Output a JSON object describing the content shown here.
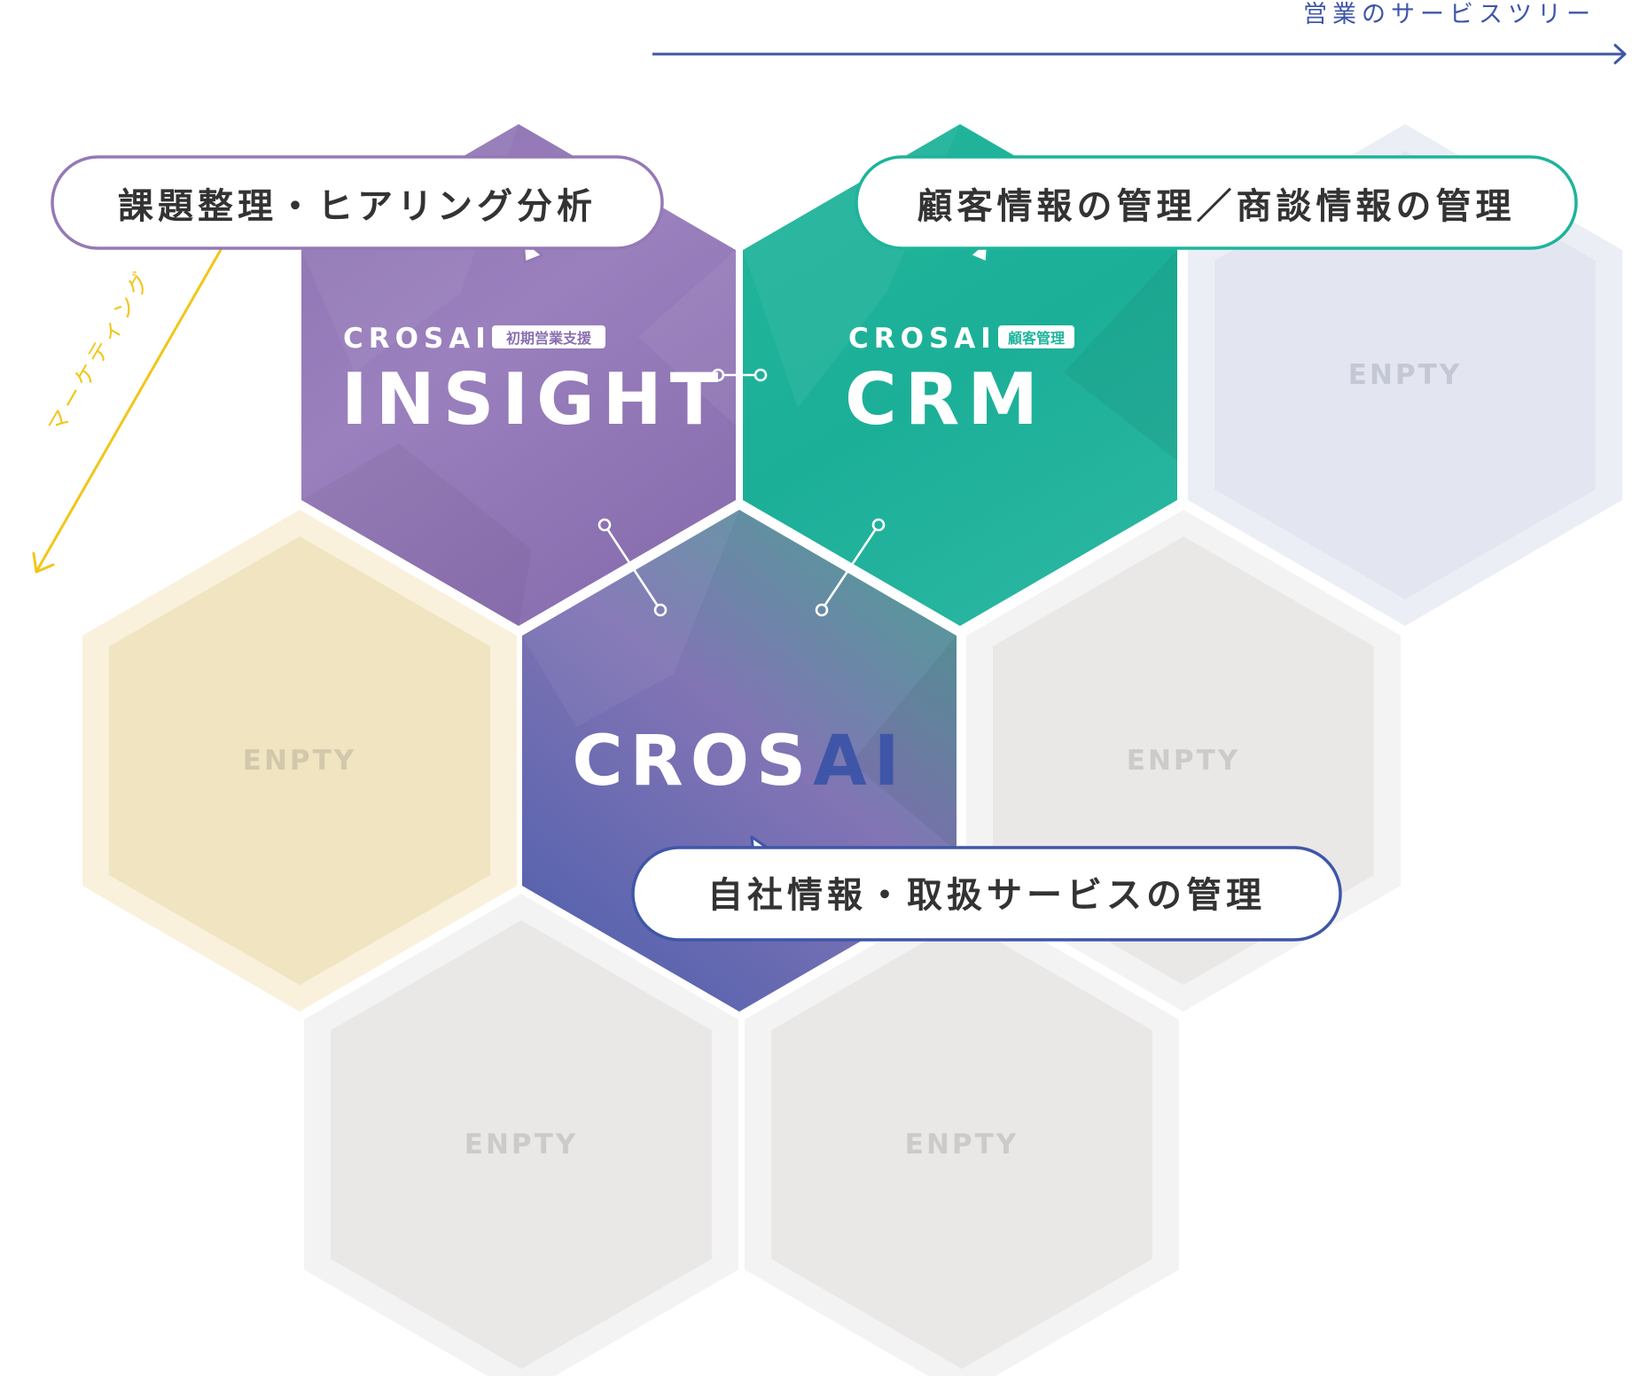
{
  "axes": {
    "service_tree_label": "営業のサービスツリー",
    "marketing_label": "マーケティング"
  },
  "hexagons": {
    "insight": {
      "brand": "CROSAI",
      "badge": "初期営業支援",
      "title": "INSIGHT"
    },
    "crm": {
      "brand": "CROSAI",
      "badge": "顧客管理",
      "title": "CRM"
    },
    "crosai_center": {
      "title_part1": "CROS",
      "title_part2": "AI"
    },
    "empty_label": "ENPTY"
  },
  "callouts": {
    "insight": "課題整理・ヒアリング分析",
    "crm": "顧客情報の管理／商談情報の管理",
    "crosai": "自社情報・取扱サービスの管理"
  },
  "colors": {
    "purple": "#9579b6",
    "teal": "#1db49c",
    "indigo": "#3f56a8",
    "yellow": "#f2c619",
    "empty_gray": "#eae7e7",
    "empty_blue": "#e3e6f1",
    "empty_cream": "#f0e4c1"
  }
}
